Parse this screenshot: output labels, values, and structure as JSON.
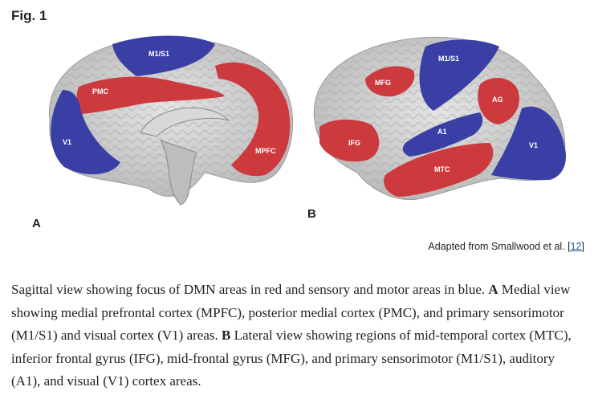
{
  "figure_label": "Fig. 1",
  "panel_a": {
    "letter": "A",
    "regions": {
      "m1s1": "M1/S1",
      "pmc": "PMC",
      "v1": "V1",
      "mpfc": "MPFC"
    }
  },
  "panel_b": {
    "letter": "B",
    "regions": {
      "m1s1": "M1/S1",
      "mfg": "MFG",
      "ag": "AG",
      "ifg": "IFG",
      "a1": "A1",
      "mtc": "MTC",
      "v1": "V1"
    }
  },
  "credit": {
    "text": "Adapted from Smallwood et al. [",
    "ref": "12",
    "close": "]"
  },
  "caption": {
    "intro": "Sagittal view showing focus of DMN areas in red and sensory and motor areas in blue. ",
    "a_label": "A",
    "a_text": " Medial view showing medial prefrontal cortex (MPFC), posterior medial cortex (PMC), and primary sensorimotor (M1/S1) and visual cortex (V1) areas. ",
    "b_label": "B",
    "b_text": " Lateral view showing regions of mid-temporal cortex (MTC), inferior frontal gyrus (IFG), mid-frontal gyrus (MFG), and primary sensorimotor (M1/S1), auditory (A1), and visual (V1) cortex areas."
  },
  "colors": {
    "dmn_red": "#cc3a3e",
    "sensory_blue": "#3a3fa6",
    "cortex_gray": "#c9c9c9"
  }
}
